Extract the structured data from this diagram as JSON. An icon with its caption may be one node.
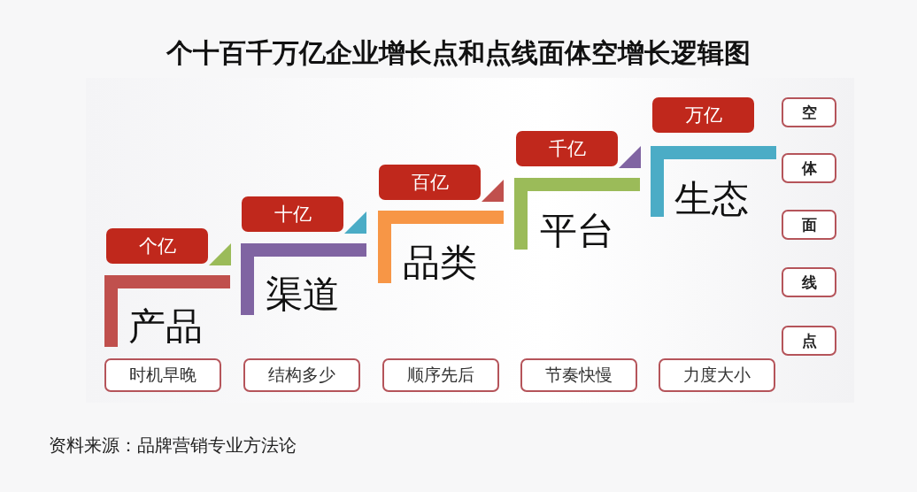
{
  "diagram": {
    "title": "个十百千万亿企业增长点和点线面体空增长逻辑图",
    "nodes": [
      {
        "text": [
          "个亿"
        ]
      },
      {
        "text": [
          "十亿"
        ]
      },
      {
        "text": [
          "百亿"
        ]
      },
      {
        "text": [
          "千亿"
        ]
      },
      {
        "text": [
          "万亿"
        ]
      },
      {
        "text": [
          "时机早晚"
        ]
      },
      {
        "text": [
          "结构多少"
        ]
      },
      {
        "text": [
          "顺序先后"
        ]
      },
      {
        "text": [
          "节奏快慢"
        ]
      },
      {
        "text": [
          "力度大小"
        ]
      },
      {
        "text": [
          "空"
        ]
      },
      {
        "text": [
          "体"
        ]
      },
      {
        "text": [
          "面"
        ]
      },
      {
        "text": [
          "线"
        ]
      },
      {
        "text": [
          "点"
        ]
      }
    ],
    "labels": [
      "产品",
      "渠道",
      "品类",
      "平台",
      "生态",
      "资料来源：品牌营销专业方法论"
    ]
  }
}
